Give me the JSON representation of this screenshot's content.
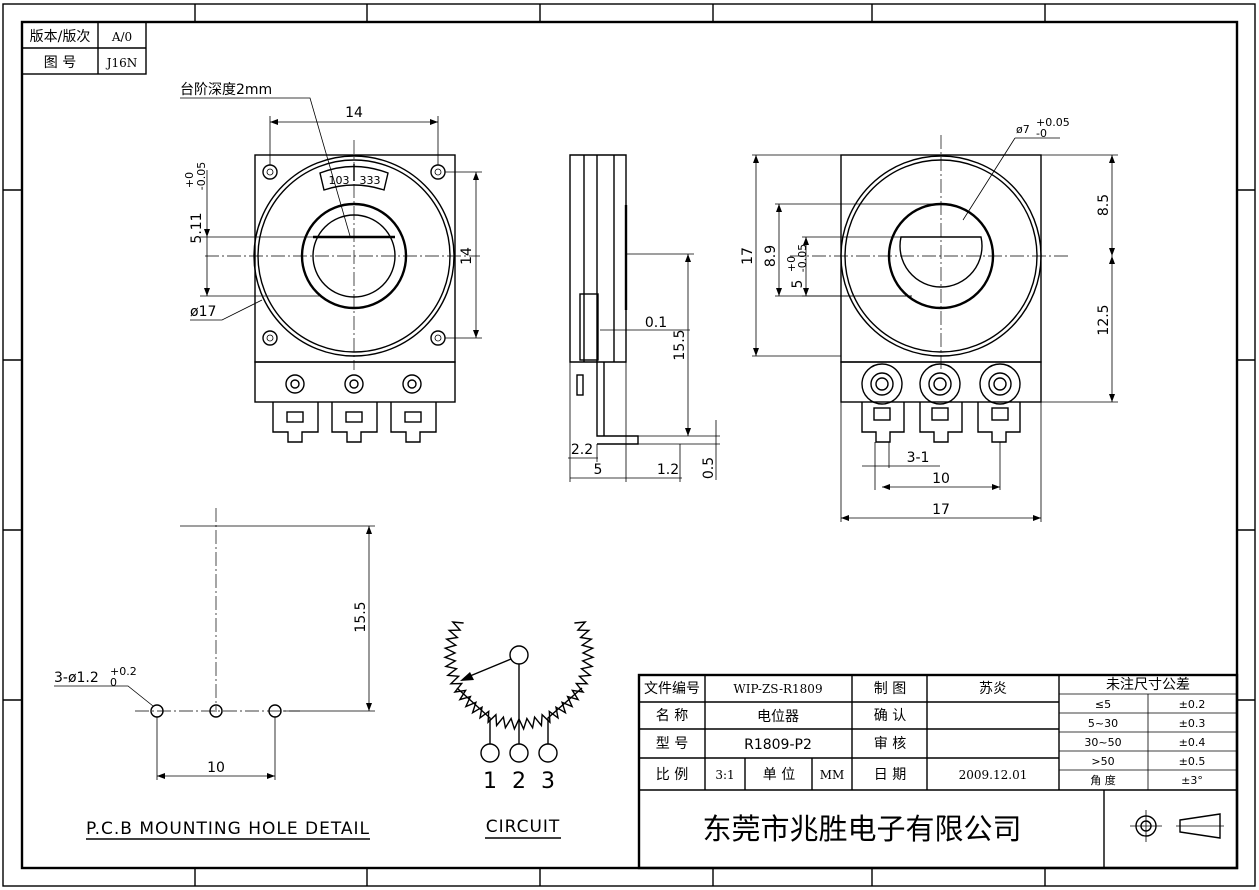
{
  "revision_box": {
    "version_label": "版本/版次",
    "version_value": "A/0",
    "drawing_label": "图 号",
    "drawing_value": "J16N"
  },
  "front_view": {
    "step_depth_note": "台阶深度2mm",
    "width": "14",
    "height": "14",
    "offset": "5.11",
    "offset_tol_upper": "+0",
    "offset_tol_lower": "-0.05",
    "diameter": "ø17",
    "marking_left": "103",
    "marking_right": "333"
  },
  "side_view": {
    "gap": "0.1",
    "height": "15.5",
    "pin_offset": "2.2",
    "body_width": "5",
    "pin_length": "1.2",
    "pin_thickness": "0.5"
  },
  "rear_view": {
    "shaft_diameter": "ø7",
    "shaft_tol_upper": "+0.05",
    "shaft_tol_lower": "-0",
    "upper_height": "8.5",
    "lower_height": "12.5",
    "total_height": "17",
    "center_height": "8.9",
    "slot_width": "5",
    "slot_tol_upper": "+0",
    "slot_tol_lower": "-0.05",
    "pin_label": "3-1",
    "pin_span": "10",
    "total_width": "17"
  },
  "pcb": {
    "hole_label": "3-ø1.2",
    "hole_tol_upper": "+0.2",
    "hole_tol_lower": "0",
    "height": "15.5",
    "span": "10",
    "caption": "P.C.B MOUNTING HOLE DETAIL"
  },
  "circuit": {
    "pins": [
      "1",
      "2",
      "3"
    ],
    "caption": "CIRCUIT"
  },
  "title_block": {
    "file_no_label": "文件编号",
    "file_no": "WIP-ZS-R1809",
    "name_label": "名 称",
    "name": "电位器",
    "model_label": "型 号",
    "model": "R1809-P2",
    "scale_label": "比 例",
    "scale": "3:1",
    "unit_label": "单 位",
    "unit": "MM",
    "drawn_label": "制 图",
    "drawn_by": "苏炎",
    "checked_label": "确 认",
    "audit_label": "审 核",
    "date_label": "日 期",
    "date": "2009.12.01",
    "company": "东莞市兆胜电子有限公司",
    "tolerance_title": "未注尺寸公差",
    "tolerances": [
      {
        "range": "≤5",
        "tol": "±0.2"
      },
      {
        "range": "5~30",
        "tol": "±0.3"
      },
      {
        "range": "30~50",
        "tol": "±0.4"
      },
      {
        "range": ">50",
        "tol": "±0.5"
      },
      {
        "range": "角 度",
        "tol": "±3°"
      }
    ]
  }
}
